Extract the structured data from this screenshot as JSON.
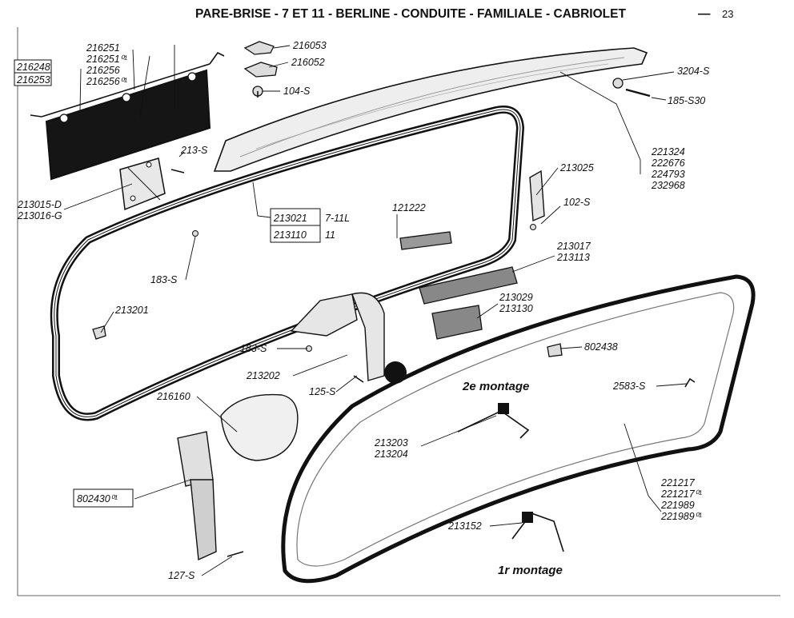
{
  "header": {
    "title": "PARE-BRISE - 7 ET 11 - BERLINE - CONDUITE - FAMILIALE - CABRIOLET",
    "dash": "—",
    "page_number": "23"
  },
  "montage_labels": [
    "2e montage",
    "1r montage"
  ],
  "references": {
    "r216248": "216248",
    "r216253": "216253",
    "r216251": "216251",
    "r216251_01": "216251⁰¹",
    "r216256": "216256",
    "r216256_01": "216256⁰¹",
    "r216053": "216053",
    "r216052": "216052",
    "r104s": "104-S",
    "r3204s": "3204-S",
    "r185s30": "185-S30",
    "r213s": "213-S",
    "r221324": "221324",
    "r222676": "222676",
    "r224793": "224793",
    "r232968": "232968",
    "r213025": "213025",
    "r213015d": "213015-D",
    "r213016g": "213016-G",
    "r213021": "213021",
    "r213021_note": "7-11L",
    "r213110": "213110",
    "r213110_note": "11",
    "r102s": "102-S",
    "r121222": "121222",
    "r183s_a": "183-S",
    "r213017": "213017",
    "r213113": "213113",
    "r213201": "213201",
    "r213029": "213029",
    "r213130": "213130",
    "r183s_b": "183-S",
    "r802438": "802438",
    "r213202": "213202",
    "r125s": "125-S",
    "r2583s": "2583-S",
    "r216160": "216160",
    "r213203": "213203",
    "r213204": "213204",
    "r221217": "221217",
    "r221217_01": "221217⁰¹",
    "r221989": "221989",
    "r221989_01": "221989⁰¹",
    "r802430_01": "802430⁰¹",
    "r213152": "213152",
    "r127s": "127-S"
  }
}
